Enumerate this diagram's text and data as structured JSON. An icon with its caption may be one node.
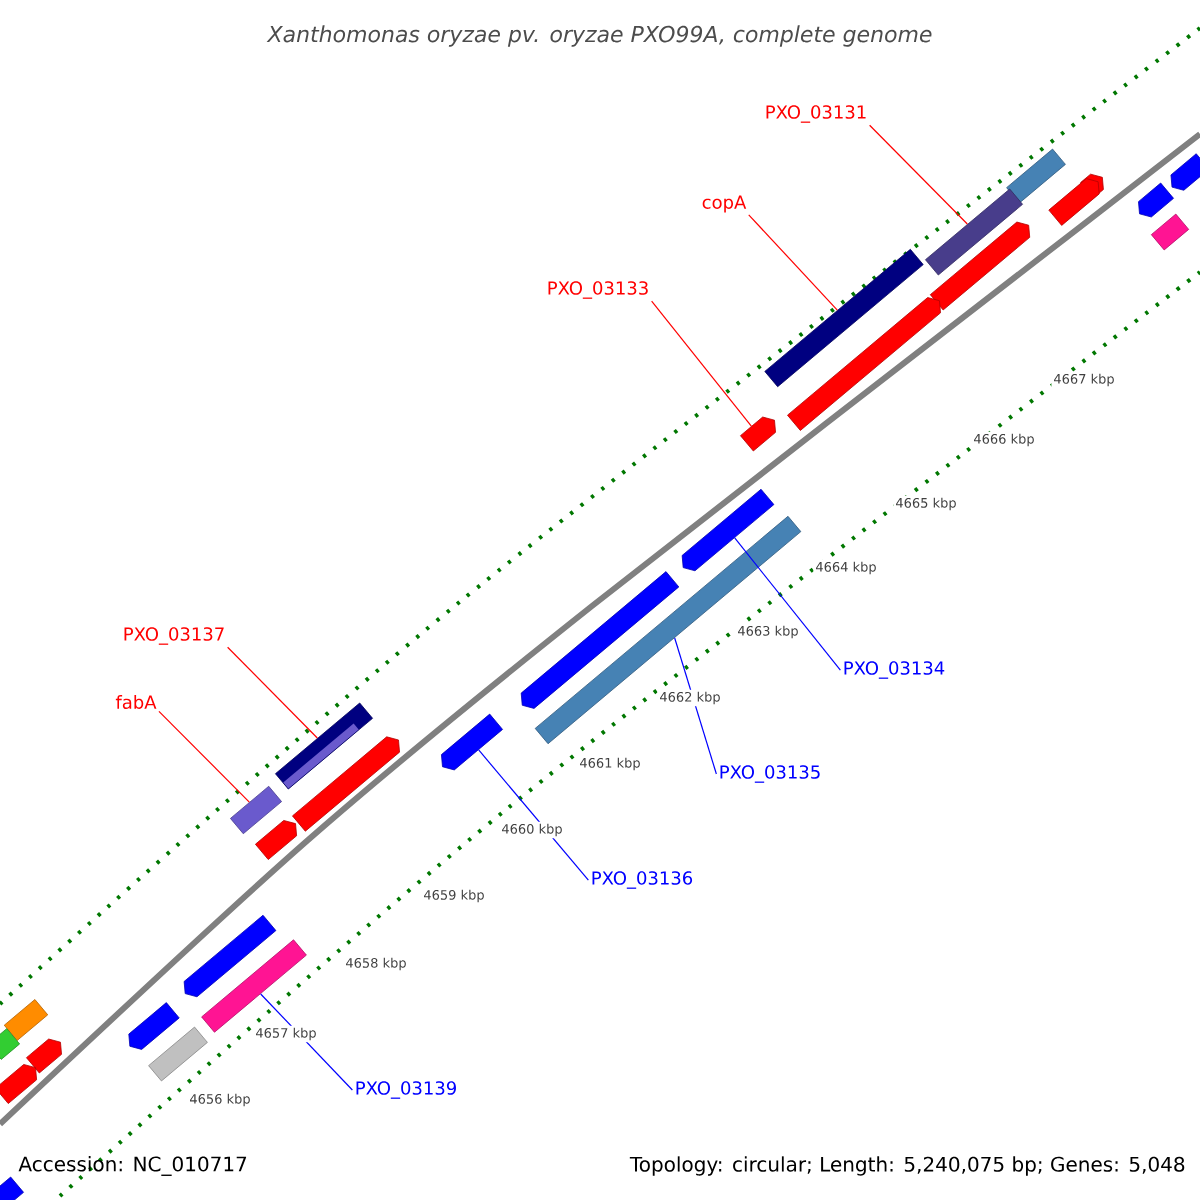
{
  "diagram": {
    "title": "Xanthomonas oryzae pv. oryzae PXO99A, complete genome",
    "nodes": [
      {
        "text": [
          "PXO_03131"
        ]
      },
      {
        "text": [
          "copA"
        ]
      },
      {
        "text": [
          "PXO_03133"
        ]
      },
      {
        "text": [
          "PXO_03137"
        ]
      },
      {
        "text": [
          "fabA"
        ]
      },
      {
        "text": [
          "PXO_03134"
        ]
      },
      {
        "text": [
          "PXO_03135"
        ]
      },
      {
        "text": [
          "PXO_03136"
        ]
      },
      {
        "text": [
          "PXO_03139"
        ]
      },
      {
        "text": [],
        "shape": "box"
      },
      {
        "text": [],
        "shape": "arrow"
      },
      {
        "text": [],
        "shape": "box"
      },
      {
        "text": [],
        "shape": "box"
      },
      {
        "text": [],
        "shape": "arrow"
      },
      {
        "text": [],
        "shape": "arrow"
      },
      {
        "text": [],
        "shape": "arrow"
      },
      {
        "text": [],
        "shape": "arrow"
      },
      {
        "text": [],
        "shape": "arrow"
      },
      {
        "text": [],
        "shape": "arrow"
      },
      {
        "text": [],
        "shape": "box"
      },
      {
        "text": [],
        "shape": "arrow"
      },
      {
        "text": [],
        "shape": "box"
      },
      {
        "text": [],
        "shape": "arrow"
      },
      {
        "text": [],
        "shape": "arrow"
      },
      {
        "text": [],
        "shape": "box"
      },
      {
        "text": [],
        "shape": "box"
      },
      {
        "text": [],
        "shape": "arrow"
      },
      {
        "text": [],
        "shape": "arrow"
      },
      {
        "text": [],
        "shape": "arrow"
      },
      {
        "text": [],
        "shape": "box"
      },
      {
        "text": [],
        "shape": "arrow"
      },
      {
        "text": [],
        "shape": "box"
      },
      {
        "text": [],
        "shape": "box"
      },
      {
        "text": [],
        "shape": "arrow"
      },
      {
        "text": [],
        "shape": "box"
      },
      {
        "text": [],
        "shape": "arrow"
      },
      {
        "text": [],
        "shape": "arrow"
      }
    ],
    "edges": [
      {
        "from": 0,
        "to": 11,
        "arrow": "none",
        "color": "#ff0000"
      },
      {
        "from": 1,
        "to": 12,
        "arrow": "none",
        "color": "#ff0000"
      },
      {
        "from": 2,
        "to": 16,
        "arrow": "none",
        "color": "#ff0000"
      },
      {
        "from": 3,
        "to": 24,
        "arrow": "none",
        "color": "#ff0000"
      },
      {
        "from": 4,
        "to": 25,
        "arrow": "none",
        "color": "#ff0000"
      },
      {
        "from": 5,
        "to": 20,
        "arrow": "none",
        "color": "#0000ff"
      },
      {
        "from": 6,
        "to": 21,
        "arrow": "none",
        "color": "#0000ff"
      },
      {
        "from": 7,
        "to": 23,
        "arrow": "none",
        "color": "#0000ff"
      },
      {
        "from": 8,
        "to": 29,
        "arrow": "none",
        "color": "#0000ff"
      }
    ],
    "labels": [
      "4667 kbp",
      "4666 kbp",
      "4665 kbp",
      "4664 kbp",
      "4663 kbp",
      "4662 kbp",
      "4661 kbp",
      "4660 kbp",
      "4659 kbp",
      "4658 kbp",
      "4657 kbp",
      "4656 kbp",
      "Accession: NC_010717",
      "Topology: circular; Length: 5,240,075 bp; Genes: 5,048"
    ]
  }
}
